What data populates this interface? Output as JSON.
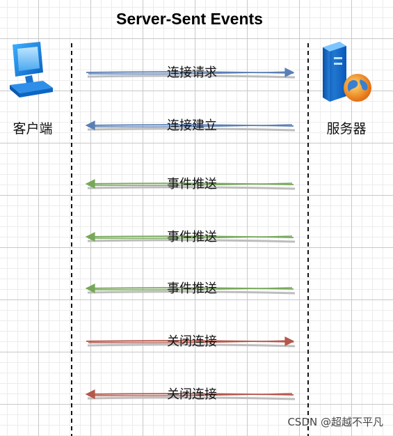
{
  "title": "Server-Sent Events",
  "client": {
    "label": "客户端",
    "icon": "computer-icon"
  },
  "server": {
    "label": "服务器",
    "icon": "server-globe-icon"
  },
  "messages": [
    {
      "label": "连接请求",
      "direction": "to-server",
      "color": "#5a7fb5"
    },
    {
      "label": "连接建立",
      "direction": "to-client",
      "color": "#5a7fb5"
    },
    {
      "label": "事件推送",
      "direction": "to-client",
      "color": "#77a85a"
    },
    {
      "label": "事件推送",
      "direction": "to-client",
      "color": "#77a85a"
    },
    {
      "label": "事件推送",
      "direction": "to-client",
      "color": "#77a85a"
    },
    {
      "label": "关闭连接",
      "direction": "to-server",
      "color": "#b5574b"
    },
    {
      "label": "关闭连接",
      "direction": "to-client",
      "color": "#b5574b"
    }
  ],
  "watermark": "CSDN @超越不平凡"
}
